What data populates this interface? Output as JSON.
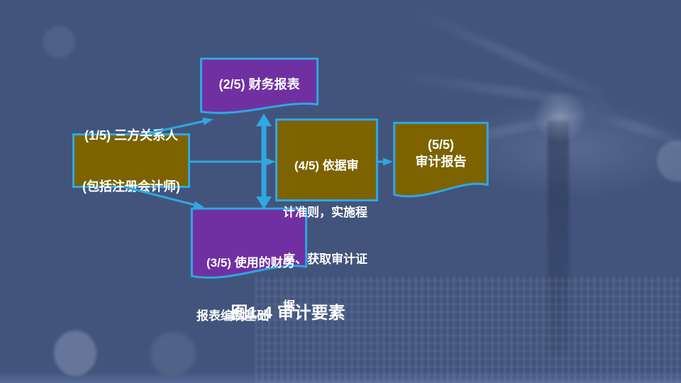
{
  "slide": {
    "caption": "图1-4  审计要素"
  },
  "palette": {
    "purple": "#7130A1",
    "olive": "#7C6300",
    "accent": "#2FA7E2",
    "text": "#FFFFFF",
    "background": "#42547C"
  },
  "diagram": {
    "nodes": {
      "related_parties": {
        "shape": "rectangle",
        "fill": "olive",
        "lines": [
          "(1/5) 三方关系人",
          "(包括注册会计师)"
        ]
      },
      "financial_statements": {
        "shape": "document",
        "fill": "purple",
        "lines": [
          "(2/5) 财务报表"
        ]
      },
      "reporting_basis": {
        "shape": "document",
        "fill": "purple",
        "lines": [
          "(3/5) 使用的财务",
          "报表编制基础"
        ]
      },
      "audit_procedures": {
        "shape": "rectangle",
        "fill": "olive",
        "lines": [
          "(4/5) 依据审",
          "计准则，实施程",
          "序、获取审计证",
          "据"
        ]
      },
      "audit_report": {
        "shape": "document",
        "fill": "olive",
        "lines": [
          "(5/5)",
          "审计报告"
        ]
      }
    },
    "connectors": [
      {
        "name": "parties-to-financial-statements",
        "style": "thin-arrow"
      },
      {
        "name": "parties-to-reporting-basis",
        "style": "thin-arrow"
      },
      {
        "name": "parties-to-audit-procedures",
        "style": "thin-arrow"
      },
      {
        "name": "financial-statements-reporting-basis",
        "style": "thick-double-arrow"
      },
      {
        "name": "audit-procedures-to-audit-report",
        "style": "thin-arrow"
      }
    ]
  }
}
